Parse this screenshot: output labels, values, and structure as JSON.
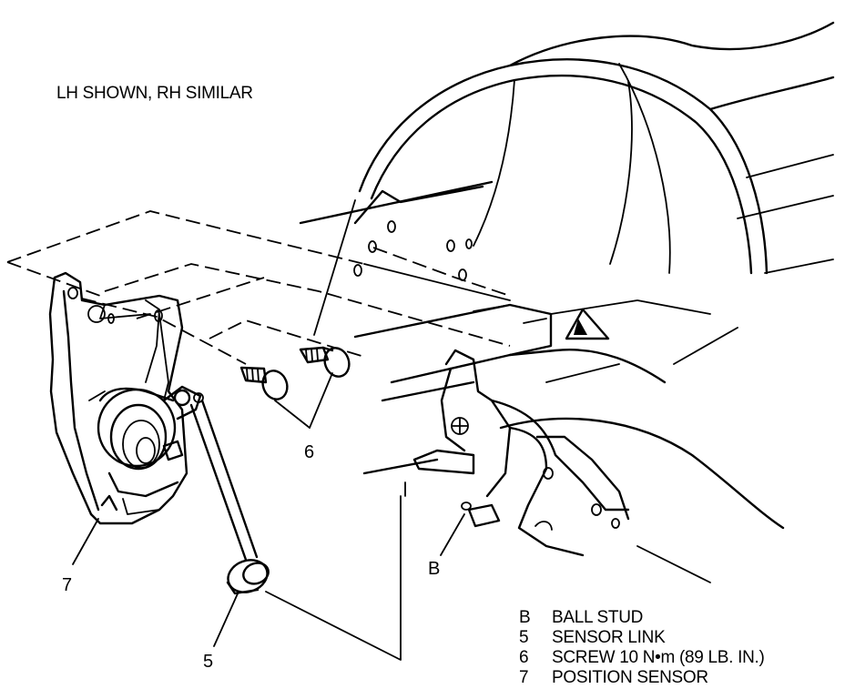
{
  "note": "LH SHOWN, RH SIMILAR",
  "callouts": {
    "screw": "6",
    "ball_stud": "B",
    "position_sensor": "7",
    "sensor_link": "5"
  },
  "legend": [
    {
      "key": "B",
      "label": "BALL STUD"
    },
    {
      "key": "5",
      "label": "SENSOR LINK"
    },
    {
      "key": "6",
      "label": "SCREW 10 N•m (89 LB. IN.)"
    },
    {
      "key": "7",
      "label": "POSITION SENSOR"
    }
  ]
}
